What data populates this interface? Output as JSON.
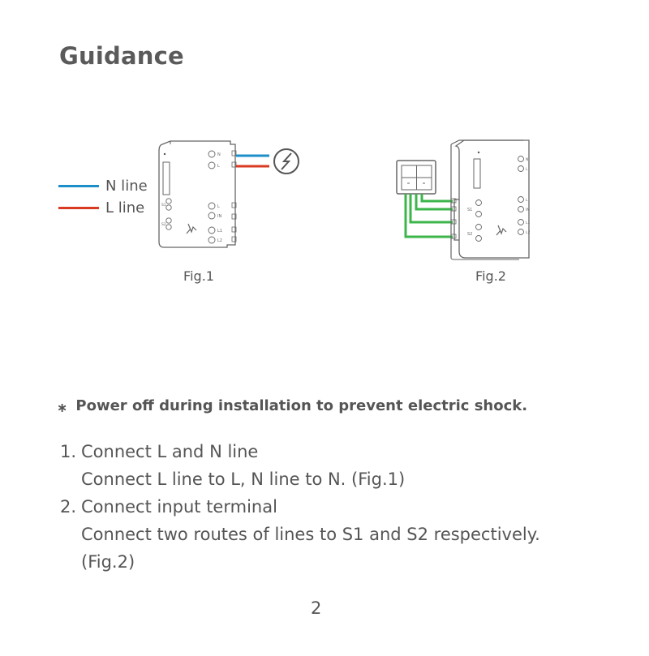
{
  "title": "Guidance",
  "legend": {
    "items": [
      {
        "label": "N line",
        "color": "#1c8fc8"
      },
      {
        "label": "L line",
        "color": "#d93a22"
      }
    ]
  },
  "figures": {
    "fig1": {
      "caption": "Fig.1",
      "terminal_labels": [
        "N",
        "L",
        "S1",
        "S2",
        "L",
        "IN",
        "L1",
        "L2"
      ]
    },
    "fig2": {
      "caption": "Fig.2",
      "terminal_labels": [
        "N",
        "L",
        "S1",
        "S2",
        "L",
        "IN",
        "L1",
        "L2"
      ],
      "wire_color": "#3cb54a"
    }
  },
  "warning": {
    "mark": "∗",
    "text": "Power off during installation to prevent electric shock."
  },
  "steps": [
    {
      "number": "1.",
      "heading": "Connect L and N line",
      "details": [
        "Connect L line to L, N line to N. (Fig.1)"
      ]
    },
    {
      "number": "2.",
      "heading": "Connect input terminal",
      "details": [
        "Connect two routes of lines to S1 and S2 respectively.",
        "(Fig.2)"
      ]
    }
  ],
  "page_number": "2"
}
